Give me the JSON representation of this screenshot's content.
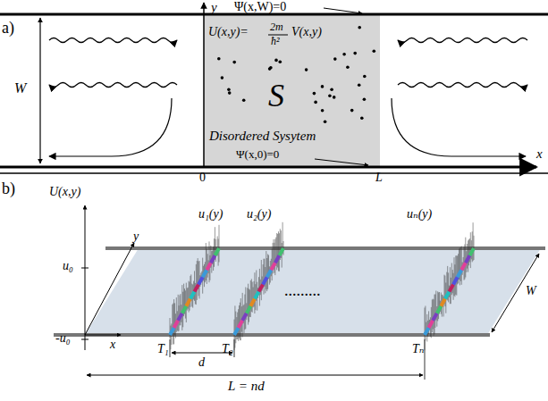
{
  "diagram": {
    "nodes": [
      {
        "text": [
          "S",
          "Disordered Sysytem"
        ]
      }
    ],
    "labels": [
      "a)",
      "y",
      "Ψ(x,W)=0",
      "U(x,y)=",
      "2m",
      "ħ²",
      "V(x,y)",
      "W",
      "0",
      "L",
      "x",
      "Ψ(x,0)=0",
      "b)",
      "U(x,y)",
      "u₀",
      "-u₀",
      "y",
      "x",
      "u₁(y)",
      "u₂(y)",
      "uₙ(y)",
      "T₁",
      "T₂",
      "Tₙ",
      "d",
      "W",
      "L = nd",
      "........."
    ]
  }
}
